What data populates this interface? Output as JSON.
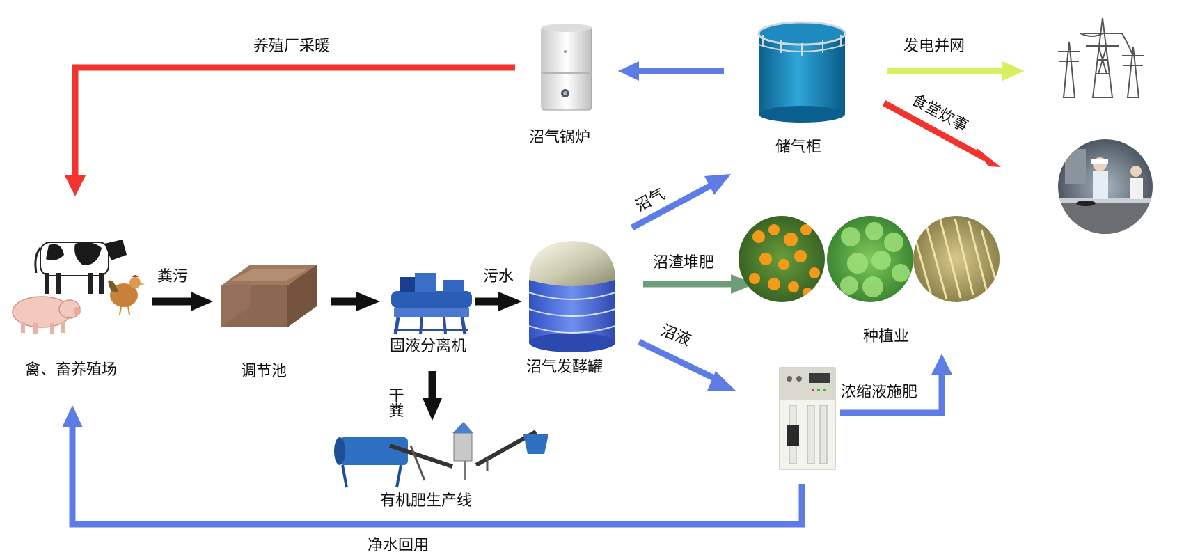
{
  "diagram": {
    "title": "",
    "nodes": {
      "farm": "禽、畜养殖场",
      "regulating_pool": "调节池",
      "separator": "固液分离机",
      "fermentation_tank": "沼气发酵罐",
      "gas_holder": "储气柜",
      "biogas_boiler": "沼气锅炉",
      "organic_fertilizer_line": "有机肥生产线",
      "planting": "种植业"
    },
    "edges": {
      "manure": "粪污",
      "sewage": "污水",
      "dry_manure": "干粪",
      "biogas": "沼气",
      "digestate_compost": "沼渣堆肥",
      "biogas_slurry": "沼液",
      "concentrate_fertilize": "浓缩液施肥",
      "water_reuse": "净水回用",
      "farm_heating": "养殖厂采暖",
      "power_grid": "发电并网",
      "canteen_cooking": "食堂炊事"
    },
    "colors": {
      "red": "#f2332e",
      "blue": "#5e7ce6",
      "green": "#6e9d79",
      "yellow": "#d8ef62",
      "black": "#111111"
    }
  }
}
